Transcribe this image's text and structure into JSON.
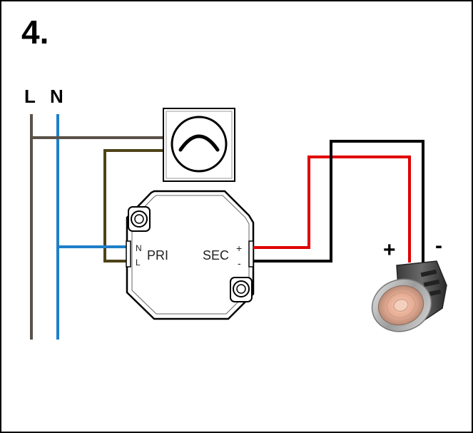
{
  "step": {
    "number": "4."
  },
  "mains": {
    "live_label": "L",
    "neutral_label": "N"
  },
  "driver": {
    "primary_label": "PRI",
    "primary_n": "N",
    "primary_l": "L",
    "secondary_label": "SEC",
    "secondary_plus": "+",
    "secondary_minus": "-"
  },
  "lamp": {
    "plus_label": "+",
    "minus_label": "-"
  },
  "colors": {
    "live_wire": "#5a5148",
    "neutral_wire": "#1f7fc8",
    "switched_live_wire": "#4e4318",
    "positive_wire": "#e00000",
    "negative_wire": "#000000",
    "outline": "#000000"
  }
}
